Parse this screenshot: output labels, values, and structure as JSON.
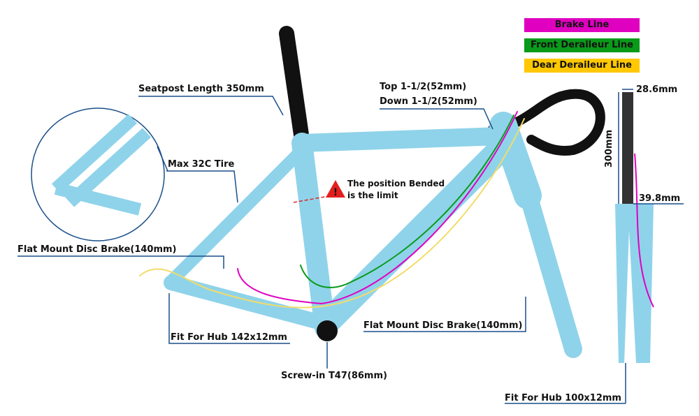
{
  "legend": [
    {
      "label": "Brake Line",
      "color": "#e000c0"
    },
    {
      "label": "Front Deraileur Line",
      "color": "#0a9a1a"
    },
    {
      "label": "Dear Deraileur Line",
      "color": "#ffc800"
    }
  ],
  "labels": {
    "seatpost": "Seatpost Length 350mm",
    "top": "Top 1-1/2(52mm)",
    "down": "Down 1-1/2(52mm)",
    "tire": "Max 32C Tire",
    "warning_line1": "The position Bended",
    "warning_line2": "is the limit",
    "rear_brake": "Flat Mount Disc Brake(140mm)",
    "rear_hub": "Fit For Hub 142x12mm",
    "bb": "Screw-in T47(86mm)",
    "front_brake": "Flat Mount Disc Brake(140mm)",
    "front_hub": "Fit For Hub 100x12mm",
    "steerer_top": "28.6mm",
    "steerer_length": "300mm",
    "steerer_bottom": "39.8mm"
  },
  "colors": {
    "frame": "#8fd3ea",
    "leader": "#1a4f8a",
    "warning": "#e32020"
  }
}
